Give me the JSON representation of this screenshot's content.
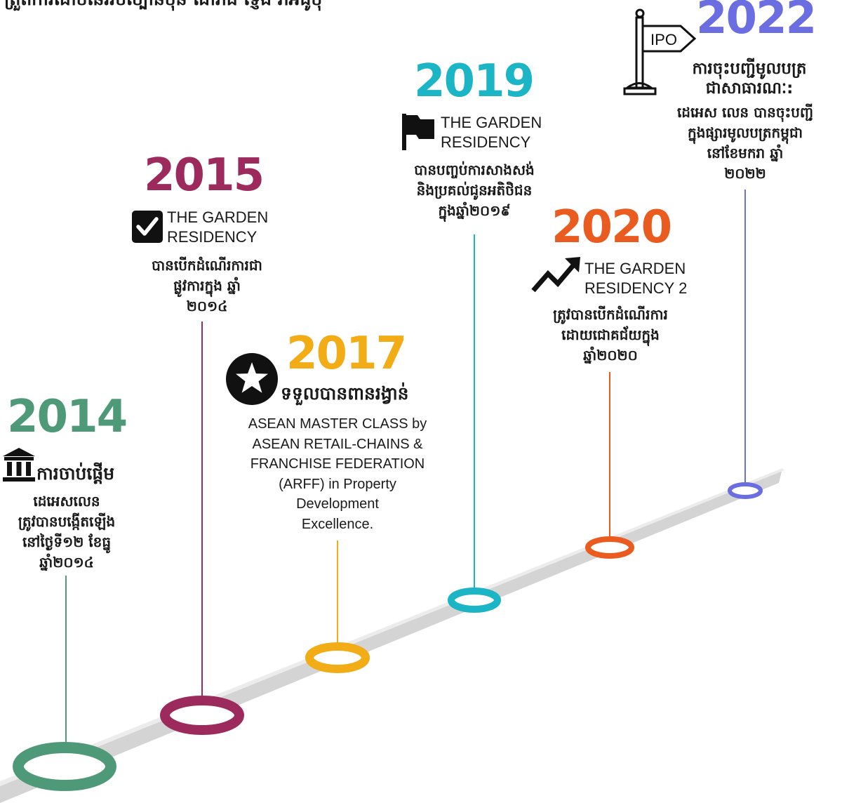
{
  "header": {
    "text": "ត្រួតការដៅចិនៃរវបច្បោនបុន ដៅរាធ ទ្ញេង រាអធូចុ"
  },
  "colors": {
    "m2014": "#4e9a78",
    "m2015": "#9c2a5c",
    "m2017": "#f2ac16",
    "m2019": "#1bb5c5",
    "m2020": "#ea5b1f",
    "m2022": "#6b6ee0",
    "road": "#d3d3d3",
    "road_edge": "#bdbdbd"
  },
  "milestones": {
    "m2014": {
      "year": "2014",
      "icon": "bank-icon",
      "title": "ការចាប់ផ្តើម",
      "lines": [
        "ដេ​អេស​លេន",
        "ត្រូវបានបង្កើតឡើង",
        "នៅថ្ងៃទី១២ ខែធ្នូ",
        "ឆ្នាំ២០១៤"
      ]
    },
    "m2015": {
      "year": "2015",
      "icon": "checkbox-icon",
      "title1": "THE GARDEN",
      "title2": "RESIDENCY",
      "lines": [
        "បានបើកដំណើរការជា",
        "ផ្លូវការក្នុង ឆ្នាំ",
        "២០១៤"
      ]
    },
    "m2017": {
      "year": "2017",
      "icon": "star-icon",
      "title": "ទទួលបានពានរង្វាន់",
      "lines": [
        "ASEAN MASTER CLASS by",
        "ASEAN RETAIL-CHAINS &",
        "FRANCHISE FEDERATION",
        "(ARFF) in Property",
        "Development",
        "Excellence."
      ]
    },
    "m2019": {
      "year": "2019",
      "icon": "flag-icon",
      "title1": "THE GARDEN",
      "title2": "RESIDENCY",
      "lines": [
        "បានបញ្ចប់ការសាងសង់",
        "និងប្រគល់ជូនអតិថិជន",
        "ក្នុងឆ្នាំ២០១៩"
      ]
    },
    "m2020": {
      "year": "2020",
      "icon": "trend-up-icon",
      "title1": "THE GARDEN",
      "title2": "RESIDENCY 2",
      "lines": [
        "ត្រូវបានបើកដំណើរការ",
        "ដោយជោគជ័យក្នុង",
        "ឆ្នាំ២០២០"
      ]
    },
    "m2022": {
      "year": "2022",
      "icon": "ipo-flag-icon",
      "ipo": "IPO",
      "title1": "ការចុះបញ្ជីមូលបត្រ",
      "title2": "ជាសាធារណៈ:",
      "lines": [
        "ដេអេស លេន បានចុះបញ្ជី",
        "ក្នុងផ្សារមូលបត្រកម្ពុជា",
        "នៅខែមករា ឆ្នាំ",
        "២០២២"
      ]
    }
  }
}
